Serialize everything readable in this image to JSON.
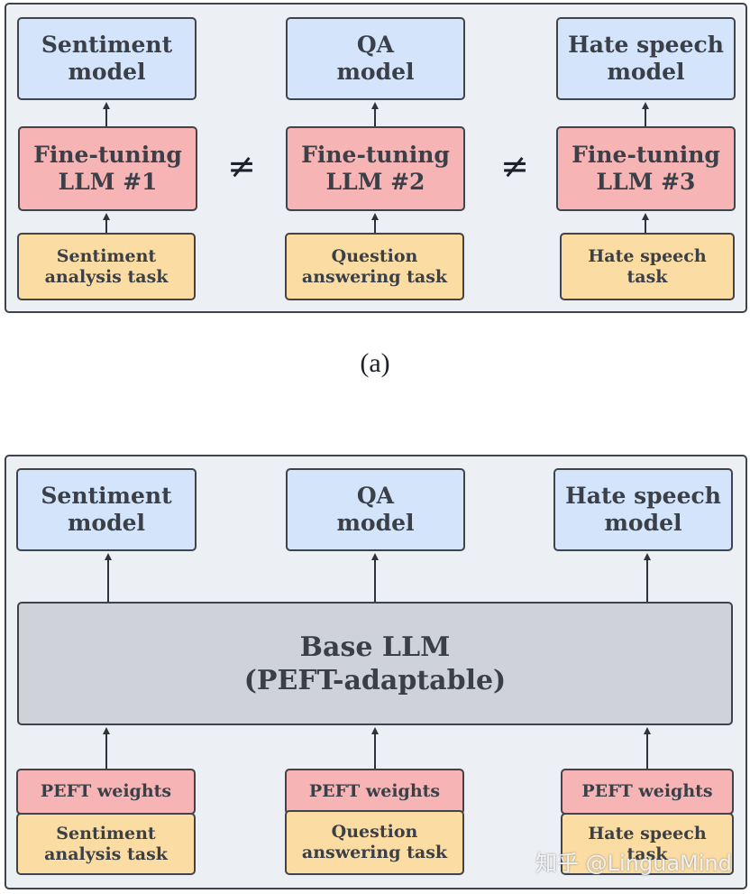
{
  "diagram_a": {
    "caption": "(a)",
    "neq_symbol": "≠",
    "columns": [
      {
        "output": "Sentiment\nmodel",
        "finetune": "Fine-tuning\nLLM #1",
        "task": "Sentiment\nanalysis task"
      },
      {
        "output": "QA\nmodel",
        "finetune": "Fine-tuning\nLLM #2",
        "task": "Question\nanswering task"
      },
      {
        "output": "Hate speech\nmodel",
        "finetune": "Fine-tuning\nLLM #3",
        "task": "Hate speech\ntask"
      }
    ]
  },
  "diagram_b": {
    "base": "Base LLM\n(PEFT-adaptable)",
    "columns": [
      {
        "output": "Sentiment\nmodel",
        "peft": "PEFT weights",
        "task": "Sentiment\nanalysis task"
      },
      {
        "output": "QA\nmodel",
        "peft": "PEFT weights",
        "task": "Question\nanswering task"
      },
      {
        "output": "Hate speech\nmodel",
        "peft": "PEFT weights",
        "task": "Hate speech\ntask"
      }
    ]
  },
  "watermark": "知乎 @LinguaMind"
}
